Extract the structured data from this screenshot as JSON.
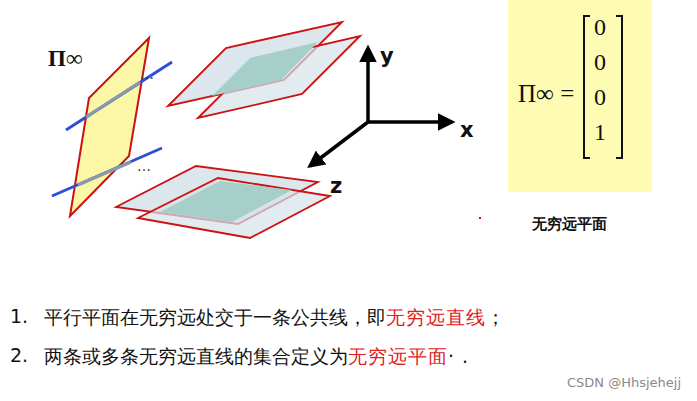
{
  "diagram": {
    "nodes": [
      {
        "text": [
          "Π∞ =",
          "0",
          "0",
          "0",
          "1"
        ]
      }
    ],
    "labels": [
      "Π∞",
      "…",
      "…",
      "y",
      "x",
      "z",
      "无穷远平面",
      "1.",
      "平行平面在无穷远处交于一条公共线，即",
      "无穷远直线",
      "；",
      "2.",
      "两条或多条无穷远直线的集合定义为",
      "无穷远平面",
      "·",
      ".",
      "CSDN @Hhsjehejj"
    ]
  }
}
